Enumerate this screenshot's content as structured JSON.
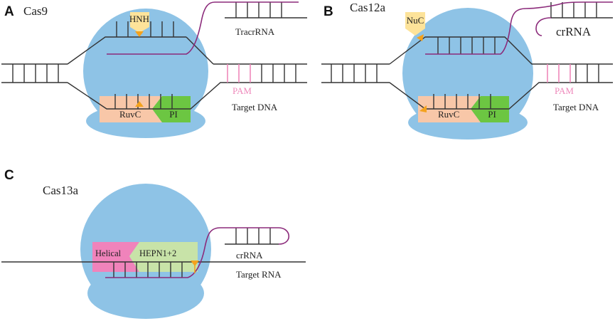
{
  "panels": {
    "a": {
      "letter": "A",
      "title": "Cas9",
      "hnh": "HNH",
      "tracrrna": "TracrRNA",
      "ruvc": "RuvC",
      "pi": "PI",
      "pam": "PAM",
      "target": "Target DNA"
    },
    "b": {
      "letter": "B",
      "title": "Cas12a",
      "nuc": "NuC",
      "crrna": "crRNA",
      "ruvc": "RuvC",
      "pi": "PI",
      "pam": "PAM",
      "target": "Target DNA"
    },
    "c": {
      "letter": "C",
      "title": "Cas13a",
      "helical": "Helical",
      "hepn": "HEPN1+2",
      "crrna": "crRNA",
      "target": "Target RNA"
    }
  },
  "colors": {
    "protein_body": "#8ec3e6",
    "ruvc": "#f8c7a8",
    "pi": "#6cc642",
    "hnh": "#fde39a",
    "helical": "#f083bb",
    "hepn": "#c8e3a8",
    "rna": "#8b2a7a",
    "dna": "#333333",
    "pam": "#ee88bb",
    "cut": "#f4a21d"
  }
}
